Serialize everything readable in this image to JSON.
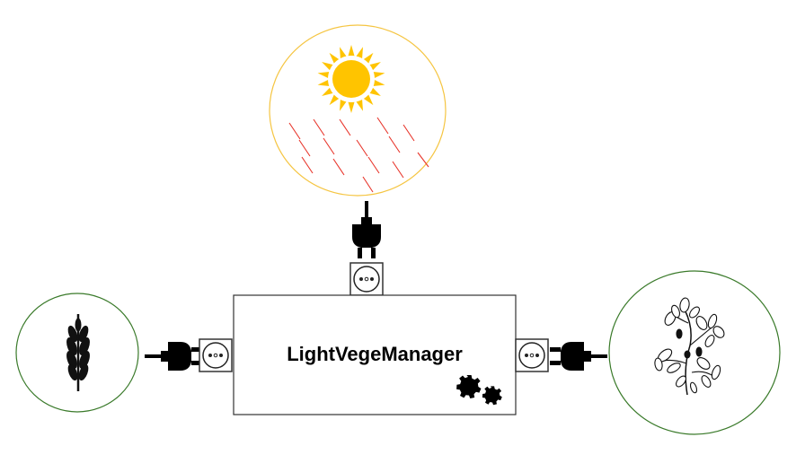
{
  "diagram": {
    "title": "LightVegeManager",
    "nodes": [
      {
        "id": "sun",
        "icon": "sun-rays-icon",
        "border_color": "#f5c542",
        "sun_color": "#ffc400",
        "ray_color": "#e8352b"
      },
      {
        "id": "wheat",
        "icon": "wheat-icon",
        "border_color": "#3a7a2a"
      },
      {
        "id": "plant",
        "icon": "legume-plant-icon",
        "border_color": "#3a7a2a"
      }
    ],
    "connectors": [
      "plug-icon",
      "socket-icon"
    ],
    "decorations": [
      "gears-icon"
    ]
  }
}
